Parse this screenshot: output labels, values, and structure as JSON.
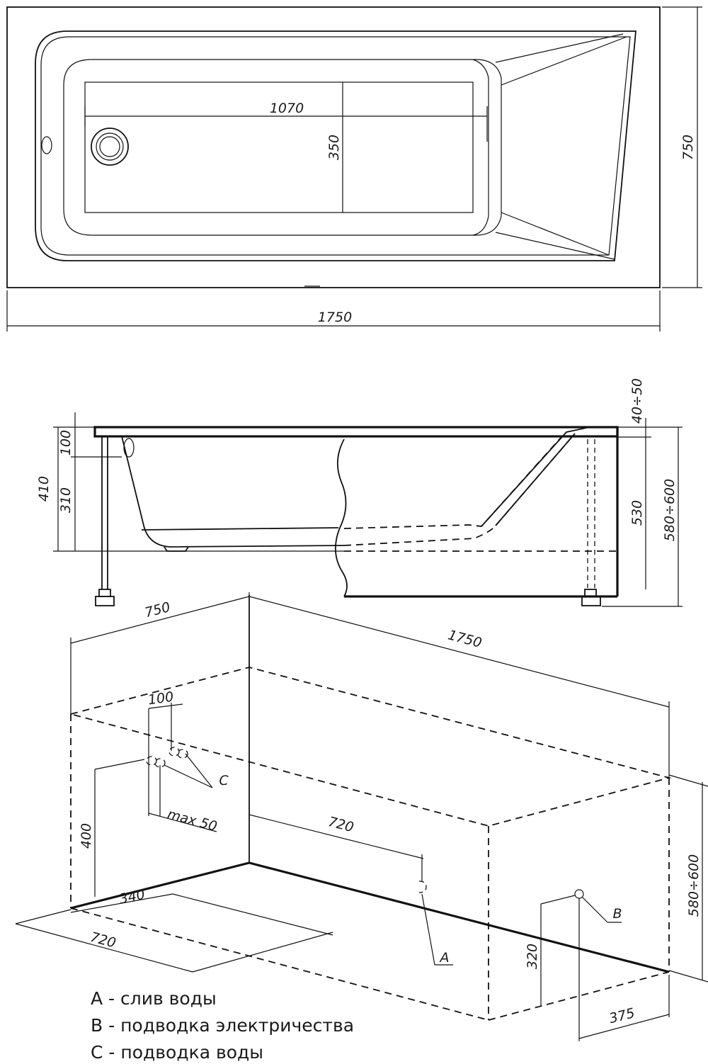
{
  "top_view": {
    "length": "1750",
    "width": "750",
    "bottom_length": "1070",
    "bottom_width": "350"
  },
  "side_view": {
    "height_total": "410",
    "rim": "100",
    "depth": "310",
    "leg_adjust": "40÷50",
    "inner_height": "530",
    "overall_height": "580÷600"
  },
  "install_view": {
    "width": "750",
    "length": "1750",
    "pipe_spacing": "100",
    "pipe_max": "max 50",
    "pipe_height": "400",
    "drain_offset": "720",
    "floor_offset_340": "340",
    "floor_offset_720": "720",
    "panel_height": "580÷600",
    "electric_height": "320",
    "electric_offset": "375",
    "callout_a": "A",
    "callout_b": "B",
    "callout_c": "C"
  },
  "legend": {
    "a": "A - слив воды",
    "b": "B - подводка электричества",
    "c": "C - подводка воды"
  }
}
